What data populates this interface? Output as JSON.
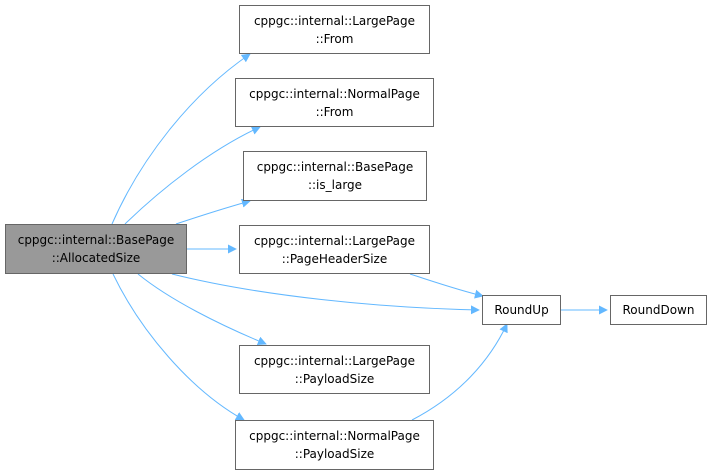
{
  "colors": {
    "edge": "#63b8ff",
    "node_border": "#666666",
    "root_fill": "#999999",
    "node_fill": "#ffffff"
  },
  "nodes": {
    "root": {
      "line1": "cppgc::internal::BasePage",
      "line2": "::AllocatedSize"
    },
    "large_from": {
      "line1": "cppgc::internal::LargePage",
      "line2": "::From"
    },
    "normal_from": {
      "line1": "cppgc::internal::NormalPage",
      "line2": "::From"
    },
    "is_large": {
      "line1": "cppgc::internal::BasePage",
      "line2": "::is_large"
    },
    "page_header_size": {
      "line1": "cppgc::internal::LargePage",
      "line2": "::PageHeaderSize"
    },
    "large_payload_size": {
      "line1": "cppgc::internal::LargePage",
      "line2": "::PayloadSize"
    },
    "normal_payload_size": {
      "line1": "cppgc::internal::NormalPage",
      "line2": "::PayloadSize"
    },
    "round_up": {
      "line1": "RoundUp"
    },
    "round_down": {
      "line1": "RoundDown"
    }
  },
  "edges": [
    {
      "from": "root",
      "to": "large_from"
    },
    {
      "from": "root",
      "to": "normal_from"
    },
    {
      "from": "root",
      "to": "is_large"
    },
    {
      "from": "root",
      "to": "page_header_size"
    },
    {
      "from": "root",
      "to": "round_up"
    },
    {
      "from": "root",
      "to": "large_payload_size"
    },
    {
      "from": "root",
      "to": "normal_payload_size"
    },
    {
      "from": "page_header_size",
      "to": "round_up"
    },
    {
      "from": "normal_payload_size",
      "to": "round_up"
    },
    {
      "from": "round_up",
      "to": "round_down"
    }
  ]
}
